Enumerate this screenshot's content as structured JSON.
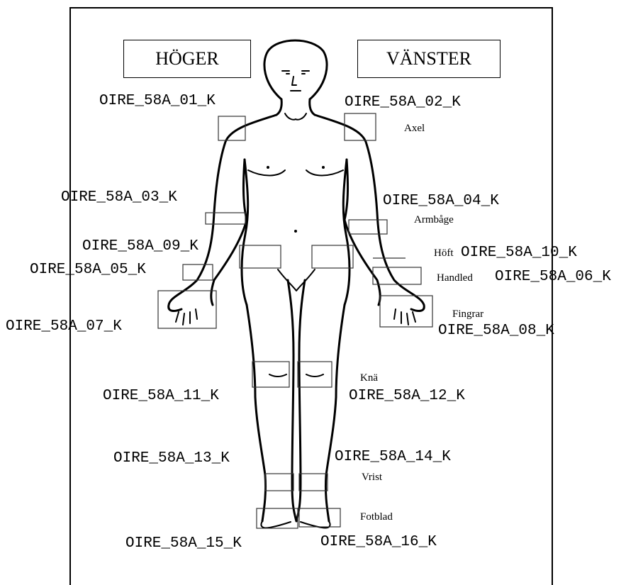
{
  "sides": {
    "right": "HÖGER",
    "left": "VÄNSTER"
  },
  "codes": {
    "c01": "OIRE_58A_01_K",
    "c02": "OIRE_58A_02_K",
    "c03": "OIRE_58A_03_K",
    "c04": "OIRE_58A_04_K",
    "c05": "OIRE_58A_05_K",
    "c06": "OIRE_58A_06_K",
    "c07": "OIRE_58A_07_K",
    "c08": "OIRE_58A_08_K",
    "c09": "OIRE_58A_09_K",
    "c10": "OIRE_58A_10_K",
    "c11": "OIRE_58A_11_K",
    "c12": "OIRE_58A_12_K",
    "c13": "OIRE_58A_13_K",
    "c14": "OIRE_58A_14_K",
    "c15": "OIRE_58A_15_K",
    "c16": "OIRE_58A_16_K"
  },
  "parts": {
    "shoulder": "Axel",
    "elbow": "Armbåge",
    "hip": "Höft",
    "wrist": "Handled",
    "fingers": "Fingrar",
    "knee": "Knä",
    "ankle": "Vrist",
    "foot": "Fotblad"
  }
}
